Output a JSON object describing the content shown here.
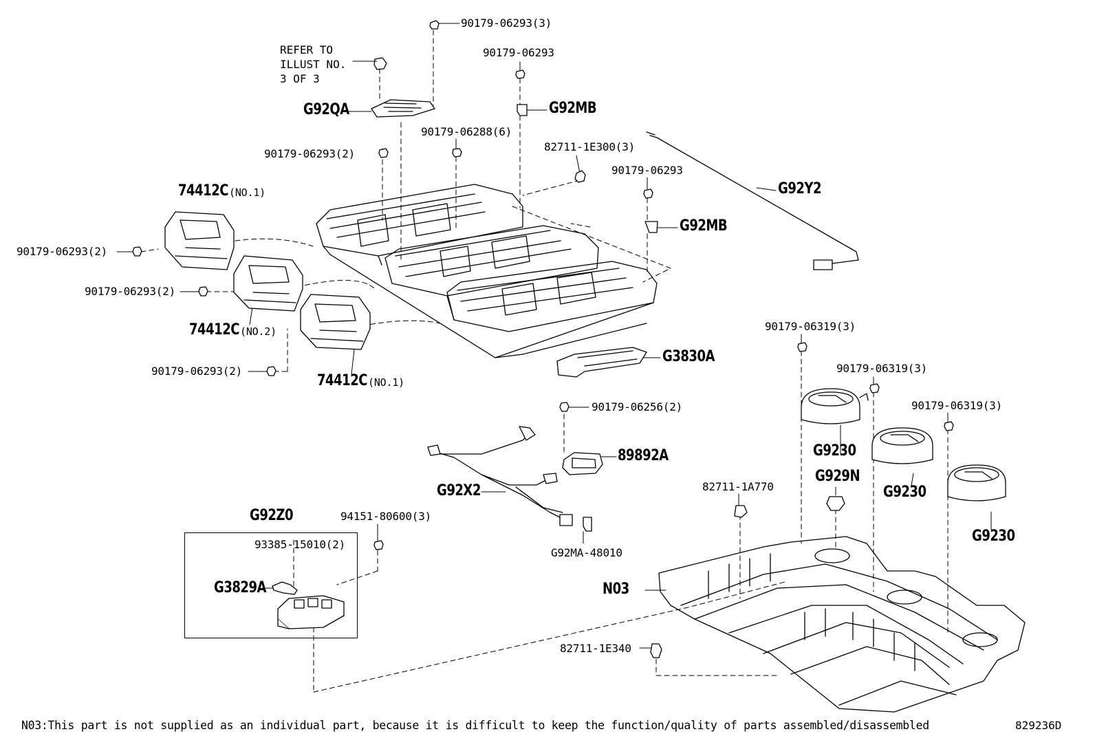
{
  "labels": {
    "p_90179_06293_3": "90179-06293(3)",
    "p_90179_06293_top": "90179-06293",
    "g92qa": "G92QA",
    "g92mb_top": "G92MB",
    "p_90179_06288_6": "90179-06288(6)",
    "p_82711_1e300_3": "82711-1E300(3)",
    "p_90179_06293_2_top": "90179-06293(2)",
    "p_90179_06293_mid": "90179-06293",
    "g92y2": "G92Y2",
    "g92mb_mid": "G92MB",
    "p_74412c_no1_top": "74412C",
    "p_74412c_no1_top_sub": "(NO.1)",
    "p_90179_06293_2_left1": "90179-06293(2)",
    "p_90179_06293_2_left2": "90179-06293(2)",
    "p_74412c_no2": "74412C",
    "p_74412c_no2_sub": "(NO.2)",
    "p_90179_06293_2_left3": "90179-06293(2)",
    "p_74412c_no1_bot": "74412C",
    "p_74412c_no1_bot_sub": "(NO.1)",
    "g3830a": "G3830A",
    "p_90179_06319_3_a": "90179-06319(3)",
    "p_90179_06319_3_b": "90179-06319(3)",
    "p_90179_06319_3_c": "90179-06319(3)",
    "g9230_a": "G9230",
    "g9230_b": "G9230",
    "g9230_c": "G9230",
    "g929n": "G929N",
    "p_90179_06256_2": "90179-06256(2)",
    "p_89892a": "89892A",
    "g92x2": "G92X2",
    "p_82711_1a770": "82711-1A770",
    "g92z0": "G92Z0",
    "p_94151_80600_3": "94151-80600(3)",
    "p_93385_15010_2": "93385-15010(2)",
    "g3829a": "G3829A",
    "g92ma_48010": "G92MA-48010",
    "n03": "N03",
    "p_82711_1e340": "82711-1E340"
  },
  "reference_note": {
    "line1": "REFER TO",
    "line2": "ILLUST NO.",
    "line3": "3 OF 3"
  },
  "footer": {
    "note": "N03:This part is not supplied as an individual part, because it is difficult to keep the function/quality of parts assembled/disassembled",
    "illustration_id": "829236D"
  }
}
